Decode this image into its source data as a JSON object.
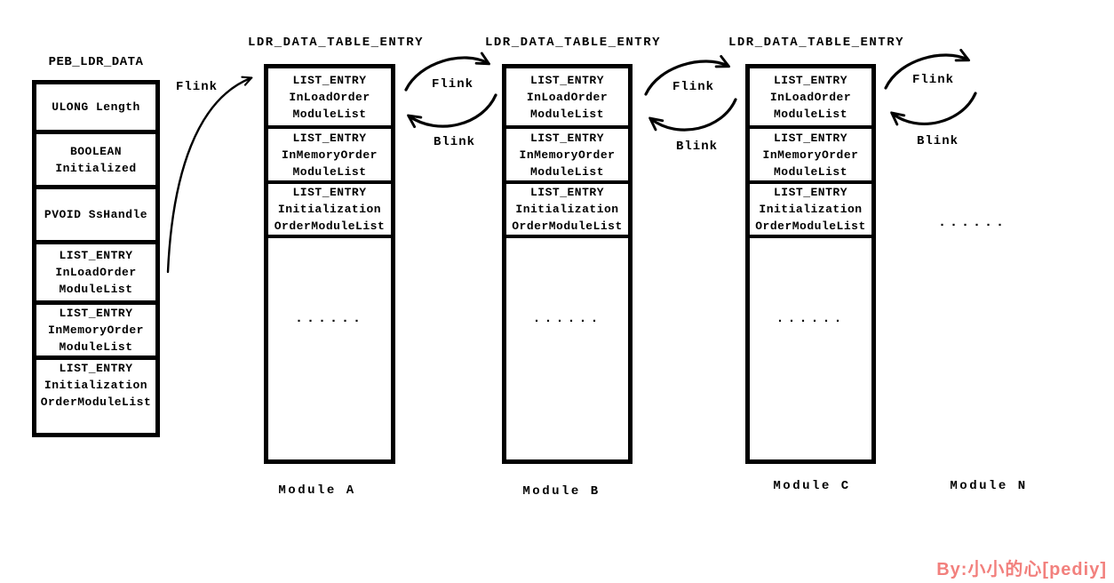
{
  "peb": {
    "title": "PEB_LDR_DATA",
    "cells": [
      {
        "lines": [
          "ULONG Length"
        ]
      },
      {
        "lines": [
          "BOOLEAN",
          "Initialized"
        ]
      },
      {
        "lines": [
          "PVOID SsHandle"
        ]
      },
      {
        "lines": [
          "LIST_ENTRY",
          "InLoadOrder",
          "ModuleList"
        ]
      },
      {
        "lines": [
          "LIST_ENTRY",
          "InMemoryOrder",
          "ModuleList"
        ]
      },
      {
        "lines": [
          "LIST_ENTRY",
          "Initialization",
          "OrderModuleList"
        ]
      }
    ]
  },
  "entries": [
    {
      "title": "LDR_DATA_TABLE_ENTRY",
      "cells": [
        {
          "lines": [
            "LIST_ENTRY",
            "InLoadOrder",
            "ModuleList"
          ]
        },
        {
          "lines": [
            "LIST_ENTRY",
            "InMemoryOrder",
            "ModuleList"
          ]
        },
        {
          "lines": [
            "LIST_ENTRY",
            "Initialization",
            "OrderModuleList"
          ]
        }
      ],
      "ellipsis": "......",
      "module_label": "Module A"
    },
    {
      "title": "LDR_DATA_TABLE_ENTRY",
      "cells": [
        {
          "lines": [
            "LIST_ENTRY",
            "InLoadOrder",
            "ModuleList"
          ]
        },
        {
          "lines": [
            "LIST_ENTRY",
            "InMemoryOrder",
            "ModuleList"
          ]
        },
        {
          "lines": [
            "LIST_ENTRY",
            "Initialization",
            "OrderModuleList"
          ]
        }
      ],
      "ellipsis": "......",
      "module_label": "Module B"
    },
    {
      "title": "LDR_DATA_TABLE_ENTRY",
      "cells": [
        {
          "lines": [
            "LIST_ENTRY",
            "InLoadOrder",
            "ModuleList"
          ]
        },
        {
          "lines": [
            "LIST_ENTRY",
            "InMemoryOrder",
            "ModuleList"
          ]
        },
        {
          "lines": [
            "LIST_ENTRY",
            "Initialization",
            "OrderModuleList"
          ]
        }
      ],
      "ellipsis": "......",
      "module_label": "Module C"
    }
  ],
  "module_n_label": "Module N",
  "right_ellipsis": "......",
  "links": {
    "flink_label": "Flink",
    "blink_label": "Blink"
  },
  "attribution": {
    "text": "By:小小的心[pediy]",
    "color": "#f2807d"
  },
  "ink_color": "#000000"
}
